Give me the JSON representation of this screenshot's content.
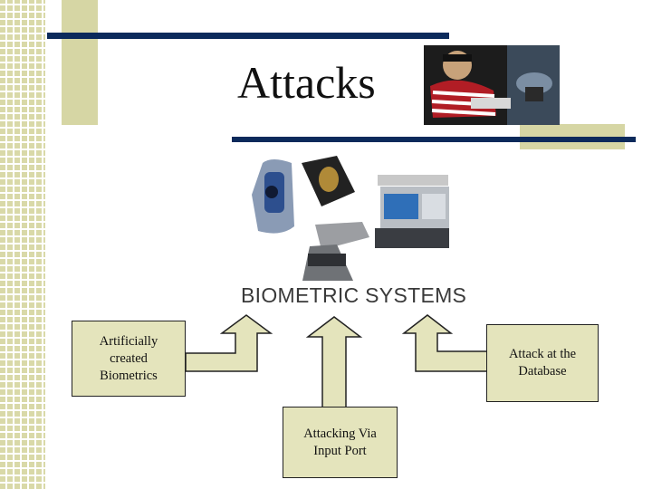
{
  "slide": {
    "title": "Attacks",
    "systems_label": "BIOMETRIC SYSTEMS"
  },
  "attack_sources": [
    {
      "label": "Artificially created Biometrics"
    },
    {
      "label": "Attacking Via Input Port"
    },
    {
      "label": "Attack at the Database"
    }
  ],
  "colors": {
    "accent_tan": "#d6d6a4",
    "box_fill": "#e4e4bc",
    "rule_navy": "#0b2a5b",
    "arrow_fill": "#e4e4bc"
  },
  "images": [
    {
      "name": "hacker-photo-icon"
    },
    {
      "name": "biometric-devices-photo"
    }
  ]
}
